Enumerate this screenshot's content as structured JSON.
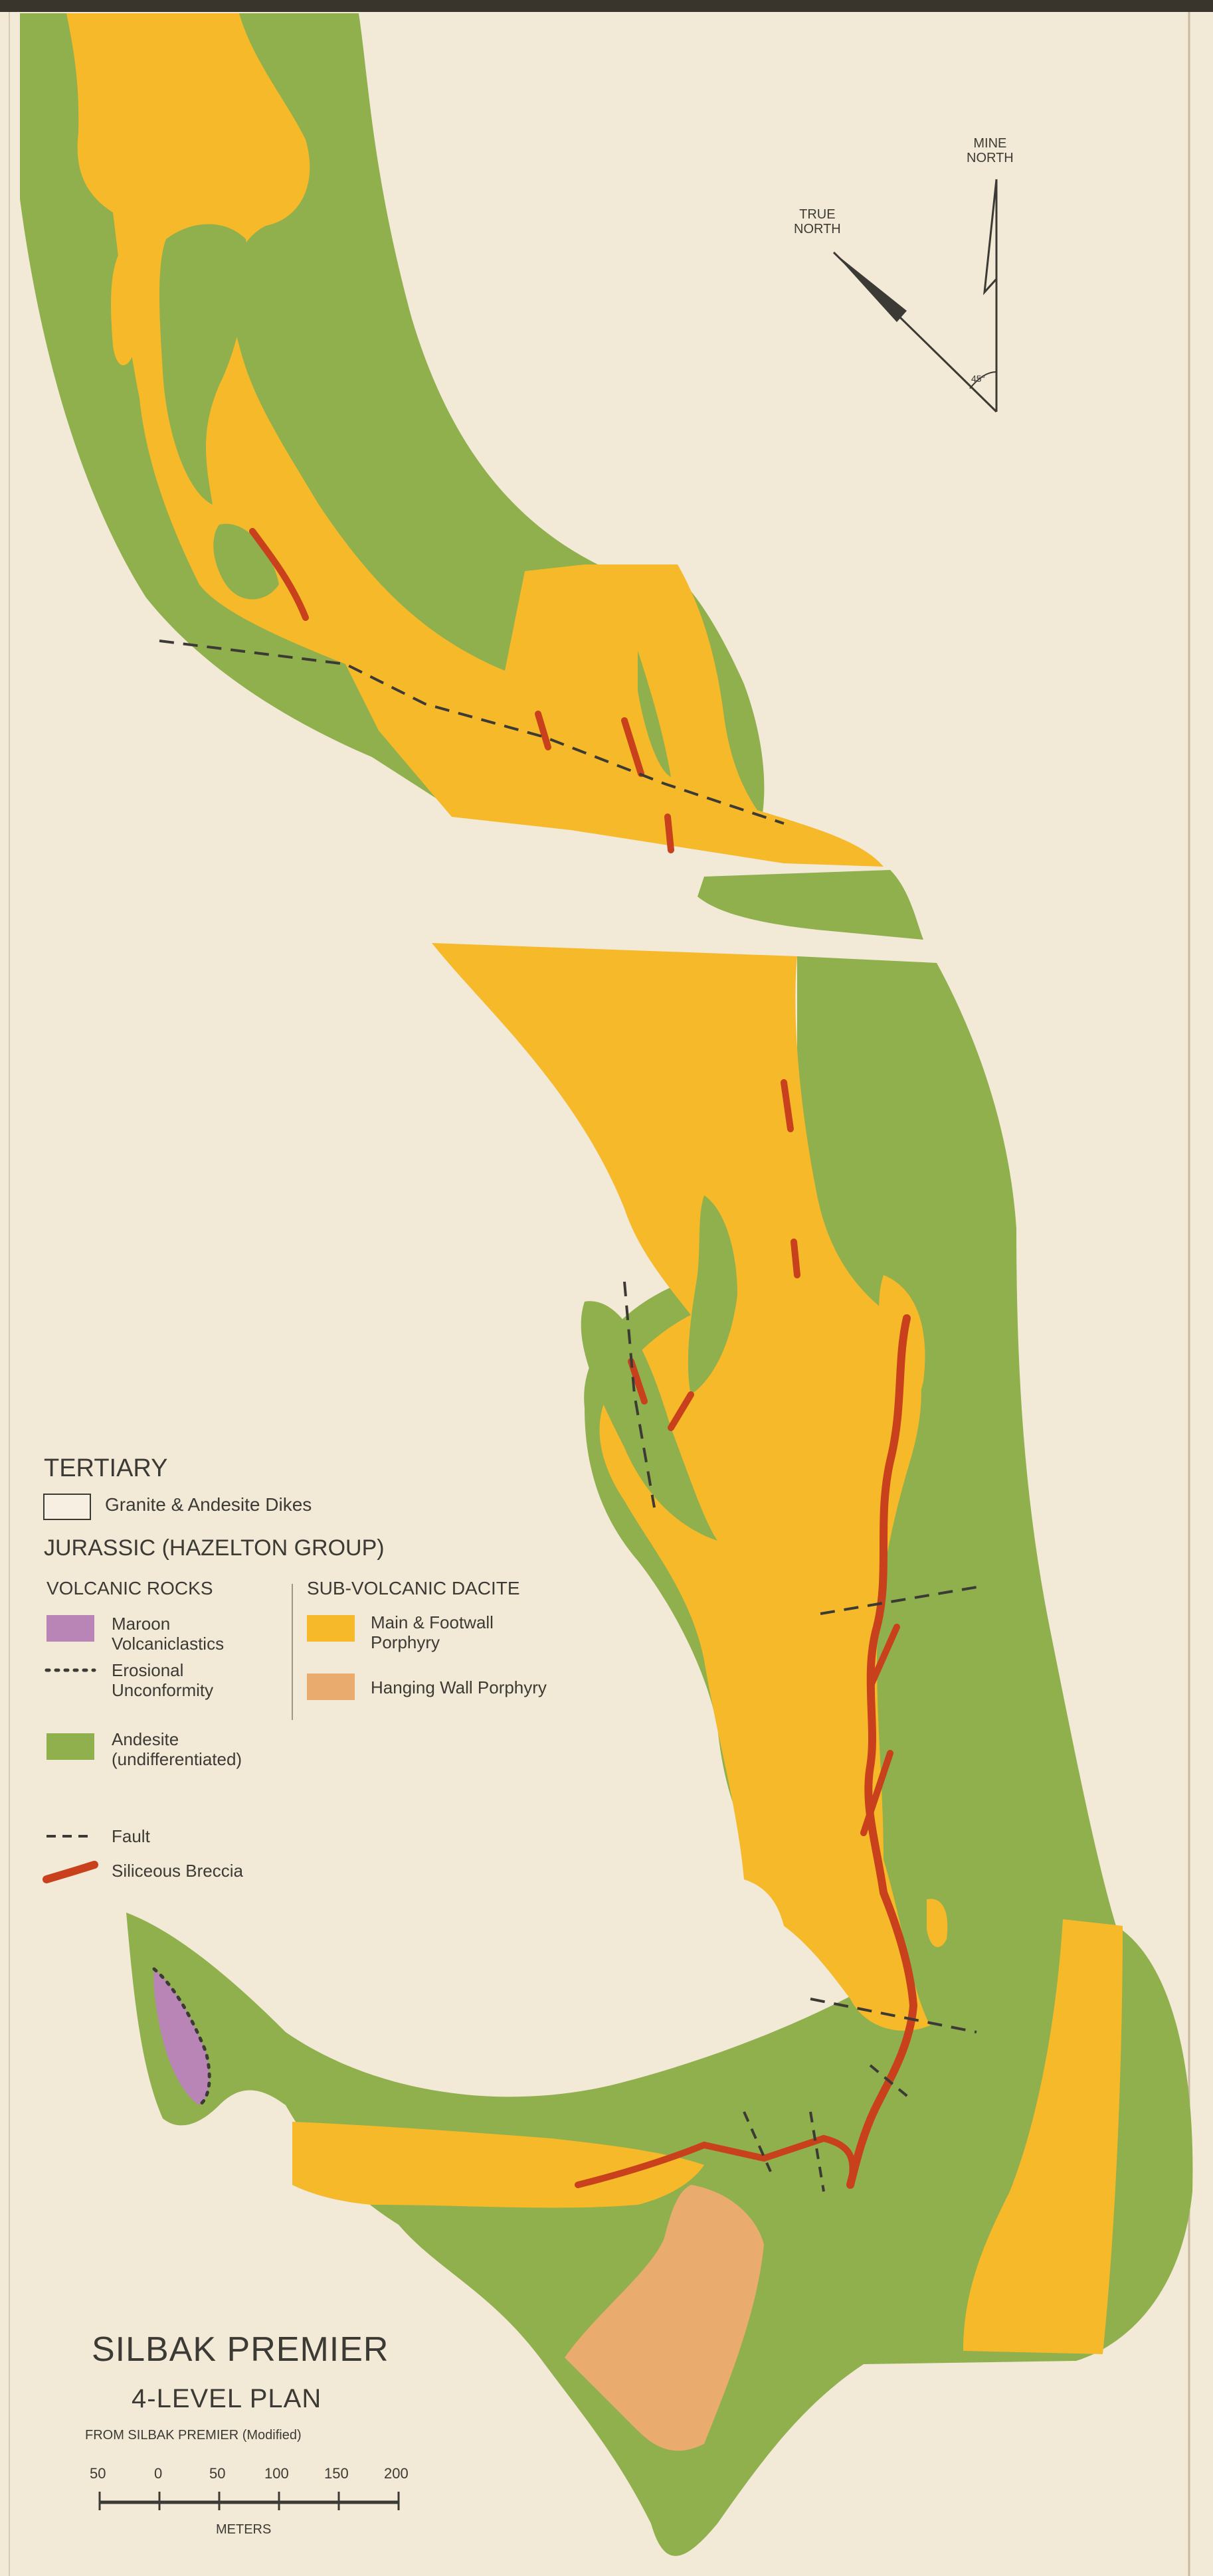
{
  "north_arrow": {
    "true_north_label": "TRUE\nNORTH",
    "mine_north_label": "MINE\nNORTH",
    "angle_label": "45°"
  },
  "legend": {
    "tertiary_heading": "TERTIARY",
    "tertiary_items": [
      {
        "label": "Granite & Andesite Dikes",
        "color": "#f7f0e2"
      }
    ],
    "jurassic_heading": "JURASSIC (HAZELTON GROUP)",
    "volcanic_heading": "VOLCANIC ROCKS",
    "subvolcanic_heading": "SUB-VOLCANIC DACITE",
    "volcanic_items": [
      {
        "label": "Maroon\nVolcaniclastics",
        "color": "#b985b7"
      },
      {
        "label": "Erosional\nUnconformity",
        "symbol": "dotted-line"
      },
      {
        "label": "Andesite\n(undifferentiated)",
        "color": "#8fb04c"
      }
    ],
    "subvolcanic_items": [
      {
        "label": "Main & Footwall\nPorphyry",
        "color": "#f6b92a"
      },
      {
        "label": "Hanging Wall Porphyry",
        "color": "#eaac6e"
      }
    ],
    "structure_items": [
      {
        "label": "Fault",
        "symbol": "dashed-line"
      },
      {
        "label": "Siliceous Breccia",
        "color": "#c8401c"
      }
    ]
  },
  "title_block": {
    "title": "SILBAK PREMIER",
    "subtitle": "4-LEVEL PLAN",
    "source": "FROM SILBAK PREMIER (Modified)",
    "scale_ticks": [
      "50",
      "0",
      "50",
      "100",
      "150",
      "200"
    ],
    "scale_unit": "METERS"
  },
  "colors": {
    "background": "#f2e9d6",
    "andesite": "#8fb04c",
    "porphyry": "#f6b92a",
    "hanging_wall": "#eaac6e",
    "breccia": "#c8401c",
    "maroon": "#b985b7",
    "line": "#3c3a34"
  }
}
